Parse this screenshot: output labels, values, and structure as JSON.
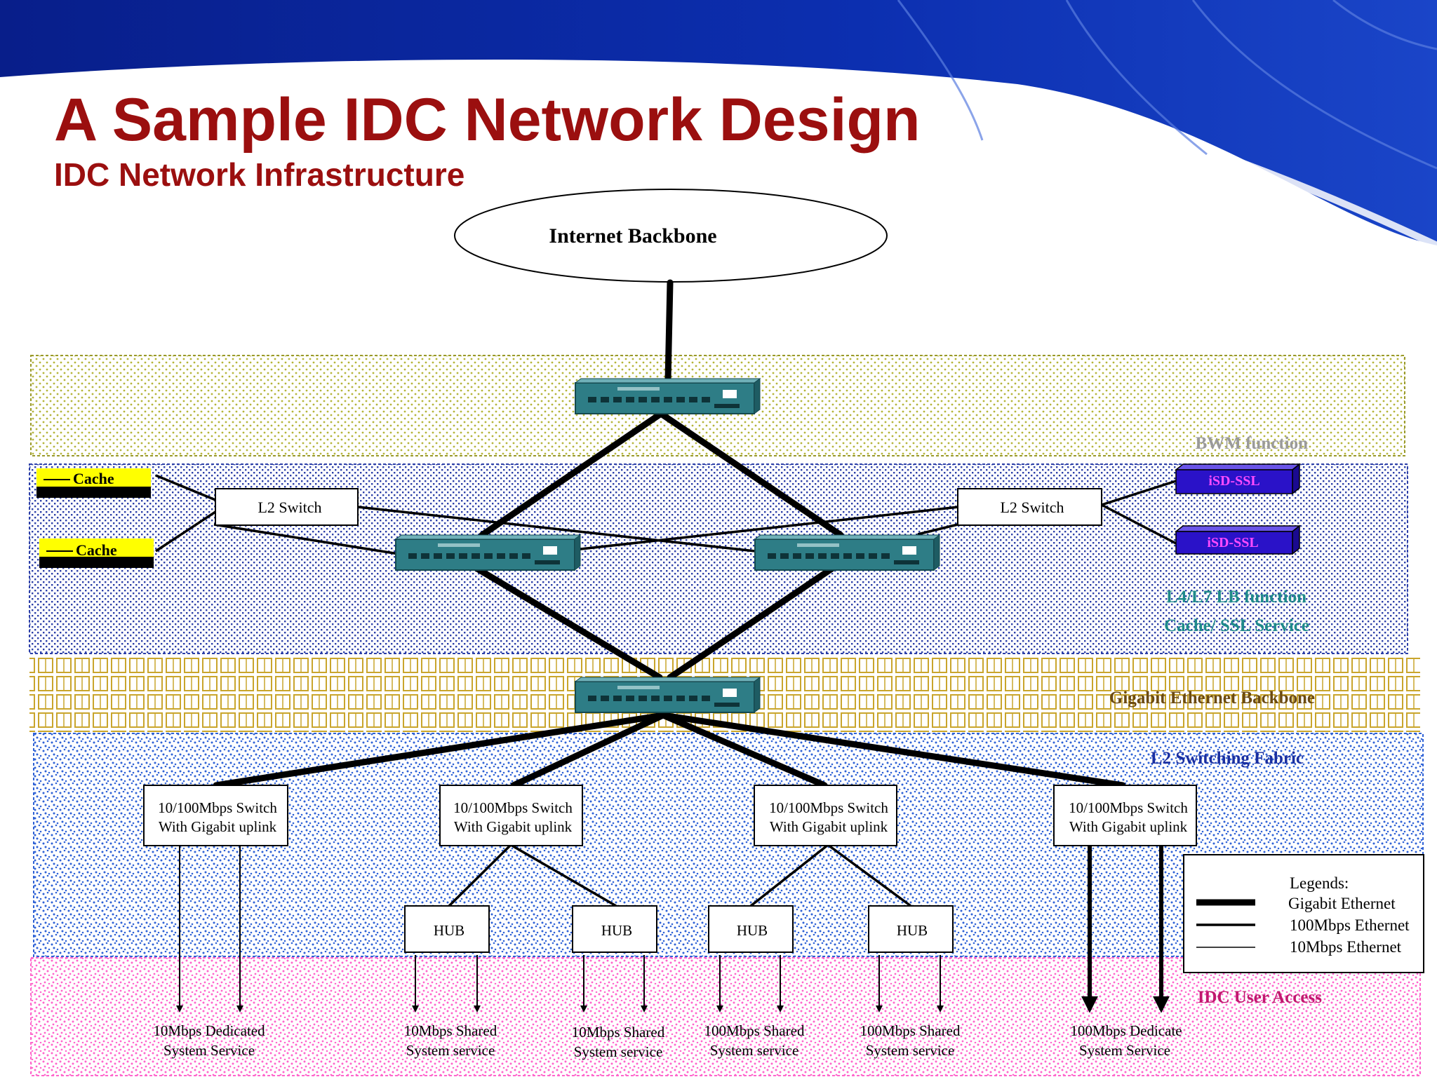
{
  "header": {
    "title": "A Sample IDC Network Design",
    "subtitle": "IDC Network Infrastructure"
  },
  "diagram": {
    "internet": "Internet  Backbone",
    "zones": {
      "bwm": "BWM function",
      "lb_line1": "L4/L7 LB function",
      "lb_line2": "Cache/  SSL Service",
      "gigabit": "Gigabit Ethernet Backbone",
      "l2_fabric": "L2 Switching Fabric",
      "user_access": "IDC User Access"
    },
    "caches": [
      "Cache",
      "Cache"
    ],
    "l2_switches": [
      "L2 Switch",
      "L2 Switch"
    ],
    "ssl_devices": [
      "iSD-SSL",
      "iSD-SSL"
    ],
    "access_switches": [
      {
        "line1": "10/100Mbps Switch",
        "line2": "With Gigabit uplink"
      },
      {
        "line1": "10/100Mbps Switch",
        "line2": "With Gigabit uplink"
      },
      {
        "line1": "10/100Mbps Switch",
        "line2": "With Gigabit uplink"
      },
      {
        "line1": "10/100Mbps Switch",
        "line2": "With Gigabit uplink"
      }
    ],
    "hubs": [
      "HUB",
      "HUB",
      "HUB",
      "HUB"
    ],
    "services": [
      {
        "line1": "10Mbps Dedicated",
        "line2": "System Service"
      },
      {
        "line1": "10Mbps Shared",
        "line2": "System service"
      },
      {
        "line1": "10Mbps Shared",
        "line2": "System service"
      },
      {
        "line1": "100Mbps Shared",
        "line2": "System service"
      },
      {
        "line1": "100Mbps Shared",
        "line2": "System service"
      },
      {
        "line1": "100Mbps Dedicate",
        "line2": "System Service"
      }
    ],
    "legend": {
      "title": "Legends:",
      "gigabit": "Gigabit Ethernet",
      "fast": "100Mbps Ethernet",
      "ten": "10Mbps Ethernet"
    }
  },
  "colors": {
    "title": "#9b0f0f",
    "banner": "#0a2a9e",
    "cache_fill": "#ffff00",
    "ssl_fill": "#2a12c8",
    "ssl_text": "#ff4bff",
    "switch_fill": "#2e7d86",
    "bwm_dots": "#b5b53a",
    "lb_dots": "#2c3fa8",
    "gigabit_grid": "#c9a52c",
    "fabric_dots": "#2f62d6",
    "access_dots": "#ff66cc"
  }
}
